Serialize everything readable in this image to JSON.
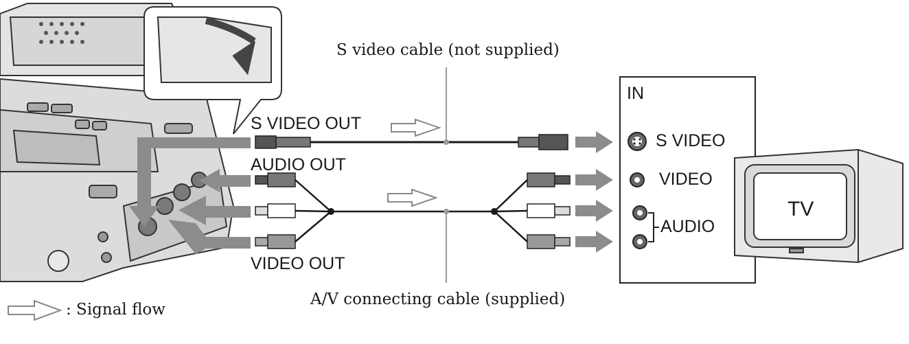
{
  "labels": {
    "s_video_cable": "S video cable (not supplied)",
    "av_cable": "A/V connecting cable (supplied)",
    "s_video_out": "S VIDEO OUT",
    "audio_out": "AUDIO OUT",
    "video_out": "VIDEO OUT",
    "tv_in": "IN",
    "tv_s_video": "S VIDEO",
    "tv_video": "VIDEO",
    "tv_audio": "AUDIO",
    "tv": "TV",
    "legend_signal_flow": ": Signal flow"
  },
  "colors": {
    "arrow_gray": "#8c8c8c",
    "line": "#1a1a1a",
    "device": "#5a5a5a"
  }
}
